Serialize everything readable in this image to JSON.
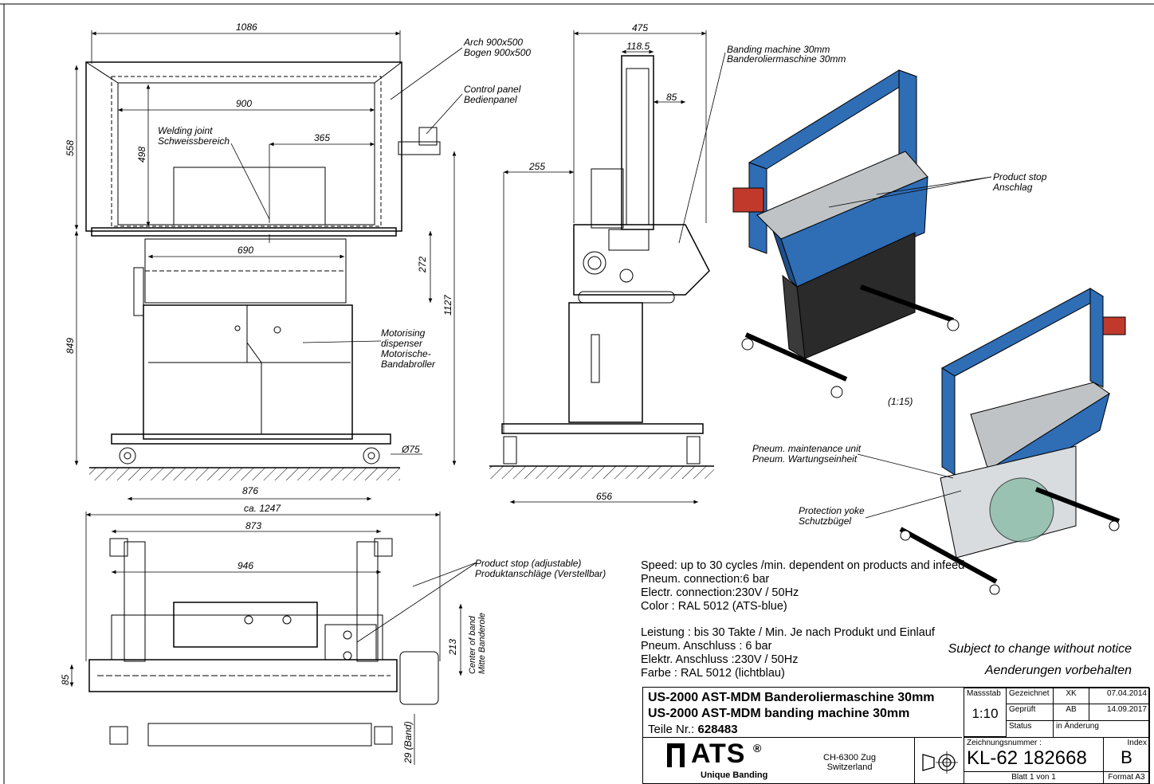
{
  "front_view": {
    "dims": {
      "overall_width": "1086",
      "arch_inner_width": "900",
      "weld_offset": "365",
      "arch_height": "558",
      "inner_height": "498",
      "dispenser_width": "690",
      "table_to_dispenser": "272",
      "total_height": "1127",
      "stand_height": "849",
      "wheel_base": "876",
      "wheel_dia": "Ø75"
    },
    "labels": {
      "arch_en": "Arch 900x500",
      "arch_de": "Bogen 900x500",
      "control_en": "Control panel",
      "control_de": "Bedienpanel",
      "weld_en": "Welding joint",
      "weld_de": "Schweissbereich",
      "motor_1": "Motorising",
      "motor_2": "dispenser",
      "motor_3": "Motorische-",
      "motor_4": "Bandabroller"
    }
  },
  "side_view": {
    "dims": {
      "depth": "475",
      "arch_depth": "118.5",
      "offset_85": "85",
      "table_overhang": "255",
      "wheel_base": "656"
    }
  },
  "top_view": {
    "dims": {
      "overall": "ca. 1247",
      "width_873": "873",
      "width_946": "946",
      "center_band": "213",
      "edge_85": "85",
      "band_29": "29 (Band)"
    },
    "labels": {
      "stop_en": "Product stop (adjustable)",
      "stop_de": "Produktanschläge (Verstellbar)",
      "center_en": "Center of band",
      "center_de": "Mitte Banderole"
    }
  },
  "iso_view": {
    "labels": {
      "machine_en": "Banding machine 30mm",
      "machine_de": "Banderoliermaschine 30mm",
      "stop_en": "Product stop",
      "stop_de": "Anschlag",
      "scale": "(1:15)",
      "pneu_en": "Pneum. maintenance unit",
      "pneu_de": "Pneum. Wartungseinheit",
      "yoke_en": "Protection yoke",
      "yoke_de": "Schutzbügel"
    },
    "colors": {
      "frame_blue": "#2f6db5",
      "dark_body": "#2a2a2a",
      "panel_red": "#c0392b"
    }
  },
  "specs": {
    "en": [
      "Speed: up to 30 cycles /min. dependent on products and infeed",
      "Pneum. connection:6 bar",
      "Electr. connection:230V / 50Hz",
      "Color : RAL 5012 (ATS-blue)"
    ],
    "de": [
      "Leistung : bis 30 Takte / Min. Je nach Produkt und Einlauf",
      "Pneum. Anschluss : 6 bar",
      "Elektr. Anschluss :230V / 50Hz",
      "Farbe : RAL 5012 (lichtblau)"
    ],
    "notice_en": "Subject to change without notice",
    "notice_de": "Aenderungen vorbehalten"
  },
  "title_block": {
    "title_de": "US-2000 AST-MDM Banderoliermaschine 30mm",
    "title_en": "US-2000 AST-MDM banding machine 30mm",
    "part_label": "Teile Nr.:",
    "part_no": "628483",
    "massstab_label": "Massstab",
    "scale": "1:10",
    "drawn_label": "Gezeichnet",
    "drawn_by": "XK",
    "drawn_date": "07.04.2014",
    "checked_label": "Geprüft",
    "checked_by": "AB",
    "checked_date": "14.09.2017",
    "status_label": "Status",
    "status": "in Änderung",
    "drawing_no_label": "Zeichnungsnummer :",
    "drawing_no": "KL-62 182668",
    "index_label": "Index",
    "index": "B",
    "sheet": "Blatt 1 von 1",
    "format": "Format A3",
    "company": "ATS",
    "registered": "®",
    "tagline": "Unique Banding",
    "address_1": "CH-6300 Zug",
    "address_2": "Switzerland"
  }
}
